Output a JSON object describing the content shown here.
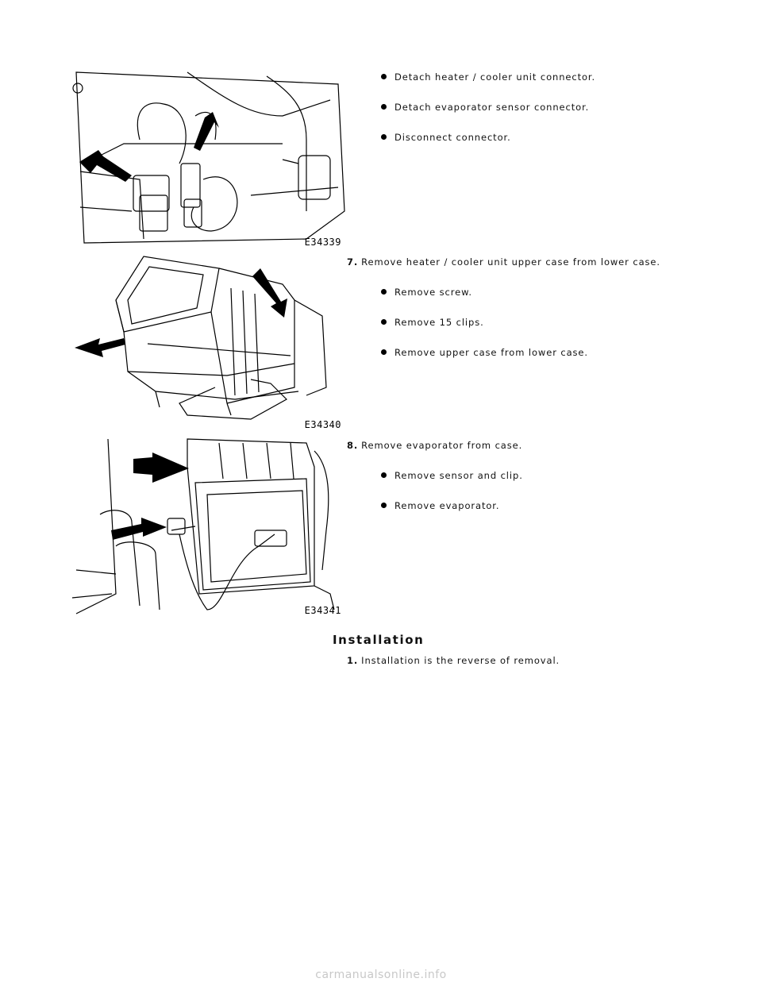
{
  "figures": [
    {
      "code": "E34339"
    },
    {
      "code": "E34340"
    },
    {
      "code": "E34341"
    }
  ],
  "group1": {
    "bullets": [
      "Detach heater / cooler unit connector.",
      "Detach evaporator sensor connector.",
      "Disconnect connector."
    ]
  },
  "step7": {
    "number": "7.",
    "text": "Remove heater / cooler unit upper case from lower case.",
    "bullets": [
      "Remove screw.",
      "Remove 15 clips.",
      "Remove upper case from lower case."
    ]
  },
  "step8": {
    "number": "8.",
    "text": "Remove evaporator from case.",
    "bullets": [
      "Remove sensor and clip.",
      "Remove evaporator."
    ]
  },
  "installation": {
    "heading": "Installation",
    "steps": [
      {
        "number": "1.",
        "text": "Installation is the reverse of removal."
      }
    ]
  },
  "footer": "carmanualsonline.info"
}
